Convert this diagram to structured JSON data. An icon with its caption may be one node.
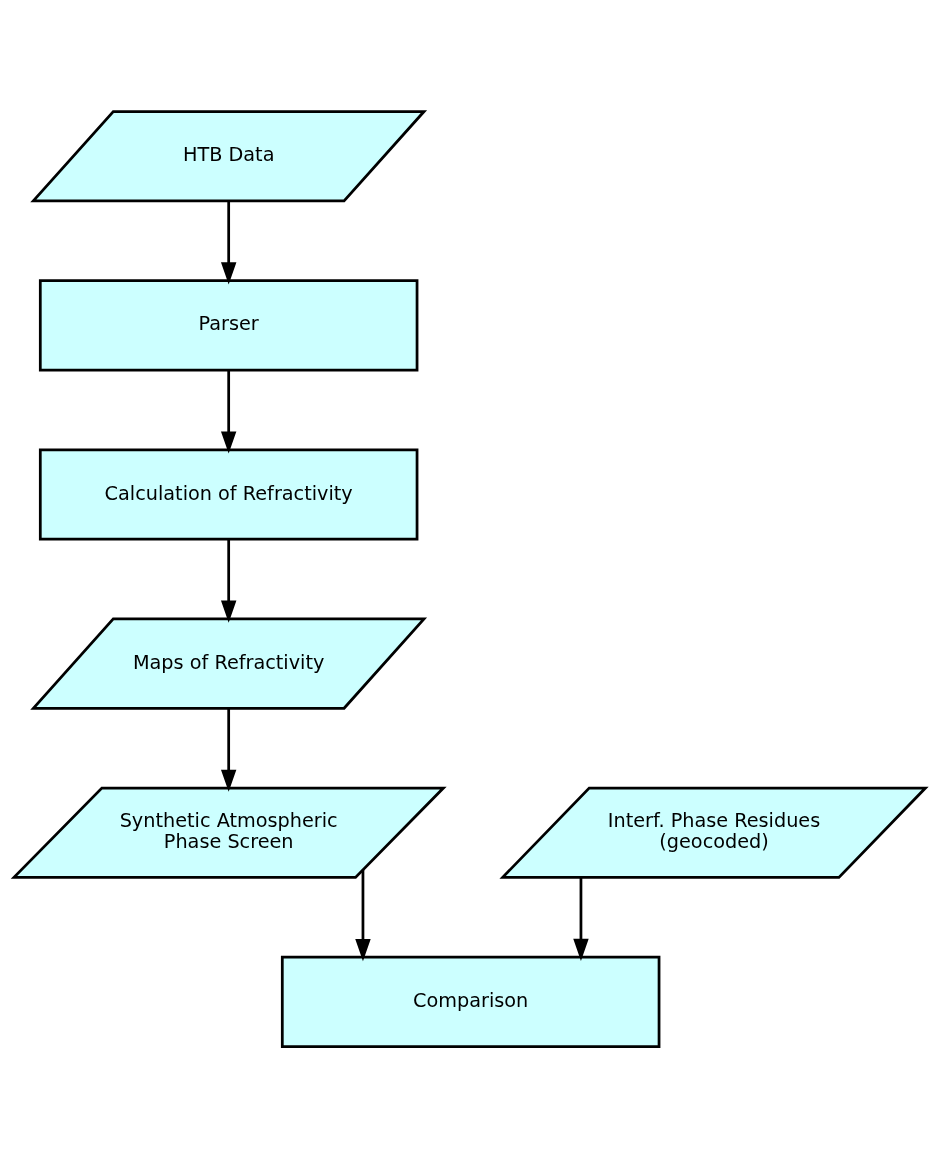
{
  "diagram": {
    "nodes": [
      {
        "text": [
          "HTB Data"
        ]
      },
      {
        "text": [
          "Parser"
        ]
      },
      {
        "text": [
          "Calculation of Refractivity"
        ]
      },
      {
        "text": [
          "Maps of Refractivity"
        ]
      },
      {
        "text": [
          "Synthetic Atmospheric Phase Screen"
        ]
      },
      {
        "text": [
          "Interf. Phase Residues (geocoded)"
        ]
      },
      {
        "text": [
          "Comparison"
        ]
      }
    ],
    "edges": [
      {
        "from": 0,
        "to": 1,
        "arrow": "to"
      },
      {
        "from": 1,
        "to": 2,
        "arrow": "to"
      },
      {
        "from": 2,
        "to": 3,
        "arrow": "to"
      },
      {
        "from": 3,
        "to": 4,
        "arrow": "to"
      },
      {
        "from": 4,
        "to": 6,
        "arrow": "to"
      },
      {
        "from": 5,
        "to": 6,
        "arrow": "to"
      }
    ]
  }
}
